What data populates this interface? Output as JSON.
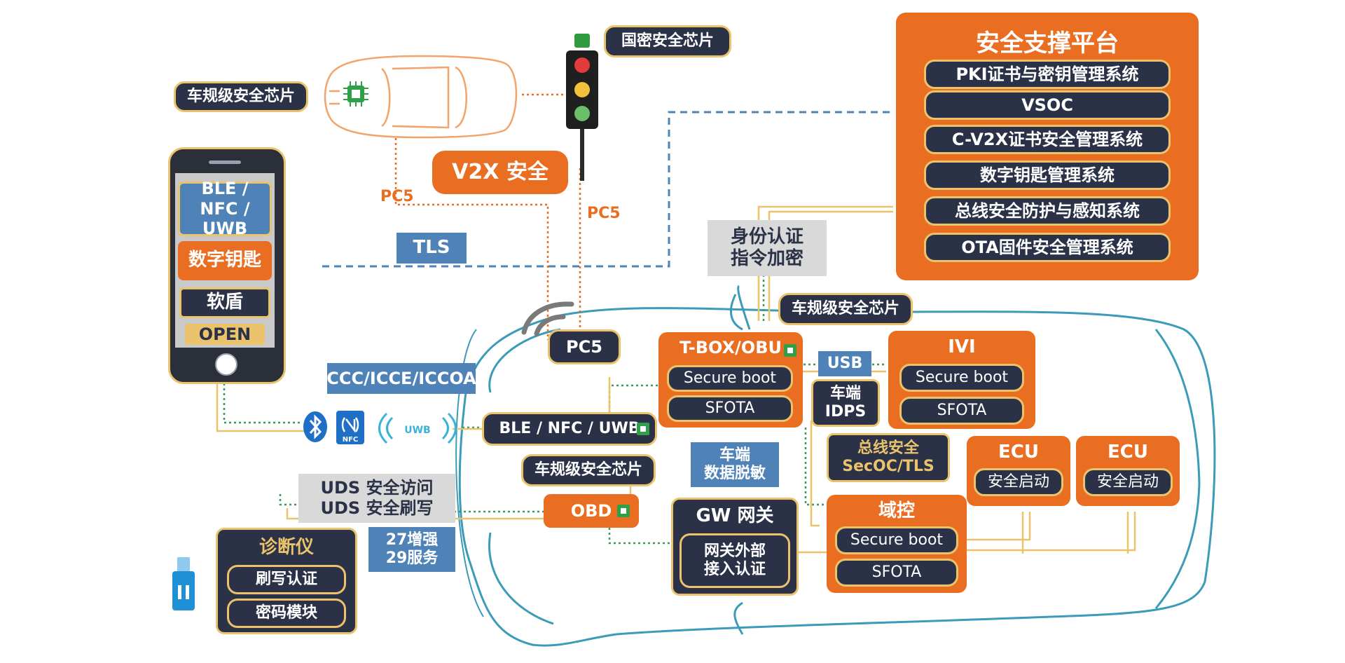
{
  "platform": {
    "title": "安全支撑平台",
    "items": [
      "PKI证书与密钥管理系统",
      "VSOC",
      "C-V2X证书安全管理系统",
      "数字钥匙管理系统",
      "总线安全防护与感知系统",
      "OTA固件安全管理系统"
    ]
  },
  "v2x": {
    "title": "V2X 安全",
    "pc5_left": "PC5",
    "pc5_right": "PC5",
    "vehicle_chip": "车规级安全芯片",
    "signal_chip": "国密安全芯片"
  },
  "phone": {
    "ble": "BLE / NFC / UWB",
    "digital_key": "数字钥匙",
    "soft_shield": "软盾",
    "open": "OPEN"
  },
  "links": {
    "tls": "TLS",
    "ccc": "CCC/ICCE/ICCOA",
    "uwb": "UWB",
    "nfc": "NFC",
    "identity": "身份认证\n指令加密",
    "usb": "USB",
    "desensitize": "车端\n数据脱敏",
    "uds": "UDS 安全访问\nUDS 安全刷写",
    "services": "27增强\n29服务"
  },
  "vehicle": {
    "pc5": "PC5",
    "tbox": {
      "title": "T-BOX/OBU",
      "items": [
        "Secure boot",
        "SFOTA"
      ]
    },
    "tbox_chip": "车规级安全芯片",
    "ble_module": "BLE / NFC / UWB",
    "ble_chip": "车规级安全芯片",
    "obd": "OBD",
    "gw": {
      "title": "GW 网关",
      "item": "网关外部\n接入认证"
    },
    "ivi": {
      "title": "IVI",
      "items": [
        "Secure boot",
        "SFOTA"
      ]
    },
    "idps": "车端\nIDPS",
    "bus_security": "总线安全\nSecOC/TLS",
    "domain": {
      "title": "域控",
      "items": [
        "Secure boot",
        "SFOTA"
      ]
    },
    "ecu1": {
      "title": "ECU",
      "item": "安全启动"
    },
    "ecu2": {
      "title": "ECU",
      "item": "安全启动"
    }
  },
  "diagnostic": {
    "title": "诊断仪",
    "items": [
      "刷写认证",
      "密码模块"
    ]
  },
  "colors": {
    "orange": "#ea6e21",
    "navy": "#2b3247",
    "gold": "#eac36c",
    "blue": "#4f83b7",
    "teal_outline": "#3b9bb8",
    "green_dots": "#3a9a57"
  },
  "icons": [
    "bluetooth-icon",
    "nfc-icon",
    "uwb-signal-icon",
    "chip-icon",
    "usb-key-icon",
    "traffic-light-icon",
    "signal-arc-icon"
  ]
}
